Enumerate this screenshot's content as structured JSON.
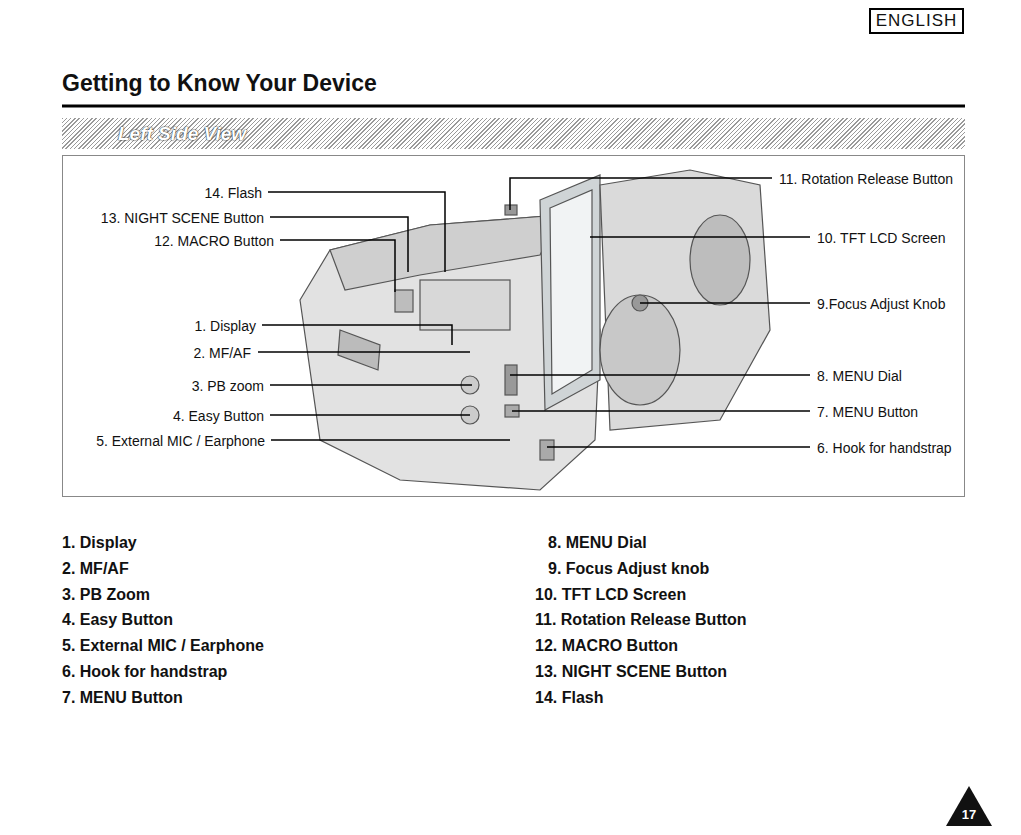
{
  "diagram": {
    "title": "Getting to Know Your Device",
    "nodes": [
      {
        "text": [
          "ENGLISH"
        ]
      },
      {
        "text": [
          "Left Side View"
        ]
      },
      {
        "text": [
          "14. Flash",
          "13. NIGHT SCENE Button",
          "12. MACRO Button",
          "1. Display",
          "2. MF/AF",
          "3. PB zoom",
          "4. Easy Button",
          "5. External MIC / Earphone",
          "11. Rotation Release Button",
          "10. TFT LCD Screen",
          "9.Focus Adjust Knob",
          "8. MENU Dial",
          "7. MENU Button",
          "6. Hook for handstrap"
        ]
      },
      {
        "text": [
          "17"
        ]
      }
    ],
    "labels": [
      "1. Display",
      "2. MF/AF",
      "3. PB Zoom",
      "4. Easy Button",
      "5. External MIC / Earphone",
      "6. Hook for handstrap",
      "7. MENU Button",
      "8. MENU Dial",
      "9. Focus Adjust knob",
      "10. TFT LCD Screen",
      "11. Rotation Release Button",
      "12. MACRO Button",
      "13. NIGHT SCENE Button",
      "14. Flash"
    ]
  }
}
